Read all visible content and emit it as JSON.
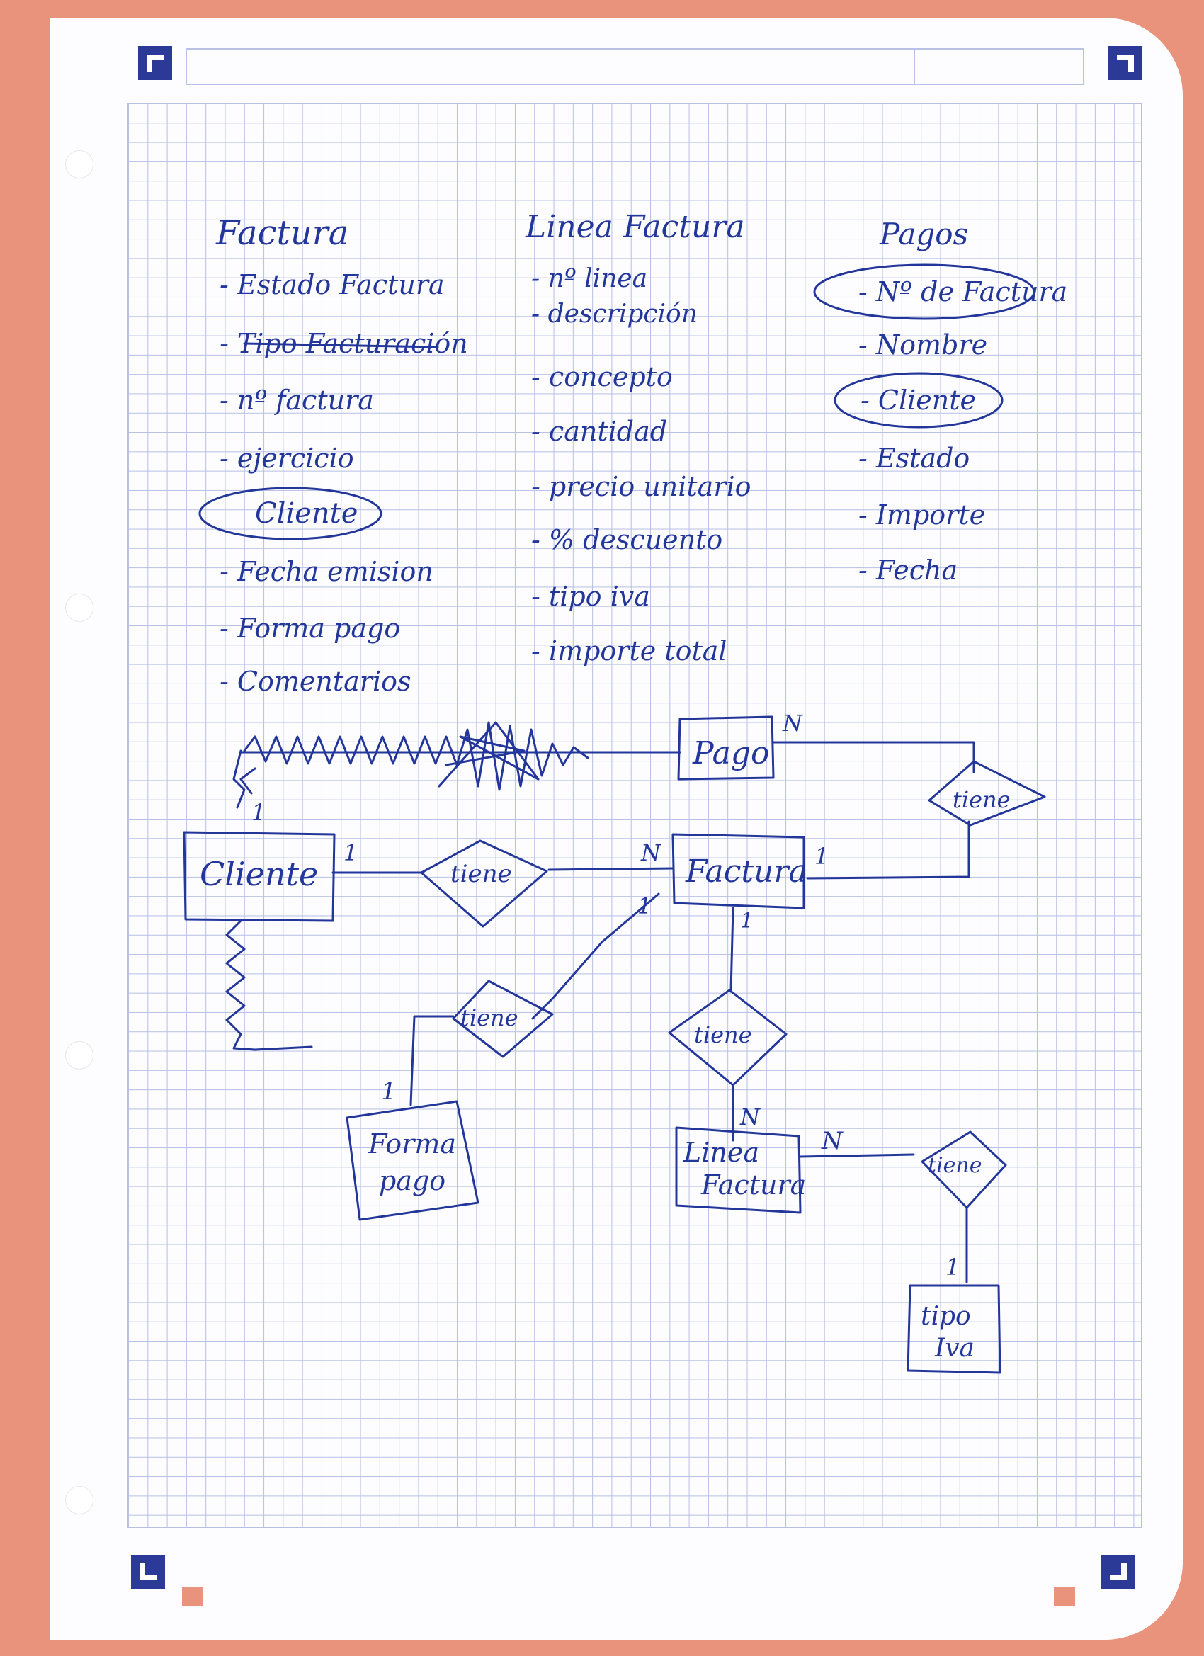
{
  "attribute_lists": [
    {
      "title": "Factura",
      "items": [
        "- Estado Factura",
        "- Tipo Facturación",
        "- nº factura",
        "- ejercicio",
        "Cliente",
        "- Fecha emision",
        "- Forma pago",
        "- Comentarios"
      ]
    },
    {
      "title": "Linea Factura",
      "items": [
        "- nº linea",
        "- descripción",
        "- concepto",
        "- cantidad",
        "- precio unitario",
        "- % descuento",
        "- tipo iva",
        "- importe total"
      ]
    },
    {
      "title": "Pagos",
      "items": [
        "- Nº de Factura",
        "- Nombre",
        "- Cliente",
        "- Estado",
        "- Importe",
        "- Fecha"
      ]
    }
  ],
  "entities": {
    "pago": "Pago",
    "cliente": "Cliente",
    "factura": "Factura",
    "forma_pago": [
      "Forma",
      "pago"
    ],
    "linea_factura": [
      "Linea",
      "Factura"
    ],
    "tipo_iva": [
      "tipo",
      "Iva"
    ]
  },
  "relationships": {
    "pago_factura": "tiene",
    "cliente_factura": "tiene",
    "factura_formapago": "tiene",
    "factura_linea": "tiene",
    "linea_tipoiva": "tiene"
  },
  "cardinalities": {
    "pago_n": "N",
    "factura_pago_1": "1",
    "cliente_1": "1",
    "factura_cliente_n": "N",
    "cliente_top_1": "1",
    "factura_formapago_1": "1",
    "formapago_1": "1",
    "factura_linea_1": "1",
    "linea_n": "N",
    "linea_tipoiva_n": "N",
    "tipoiva_1": "1"
  },
  "colors": {
    "ink": "#23369a",
    "grid": "#b7bfe3",
    "margin": "#e9927c",
    "corner": "#2a3a96"
  }
}
